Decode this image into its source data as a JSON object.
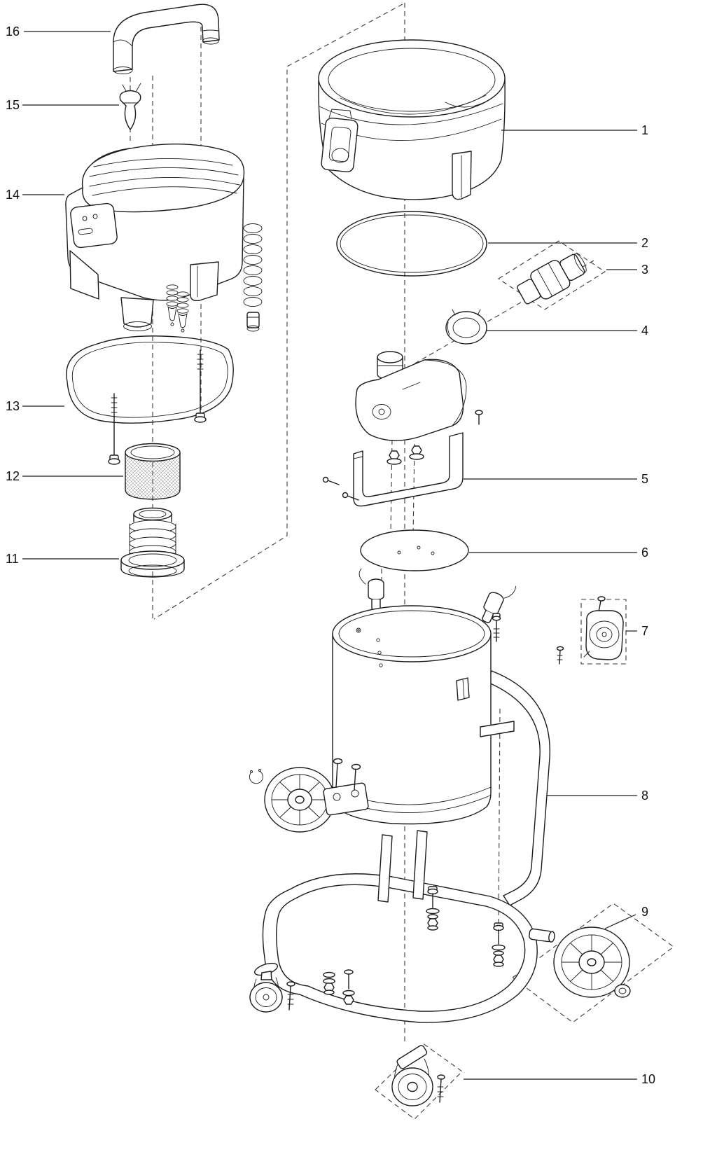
{
  "figure": {
    "type": "exploded-parts-diagram",
    "background_color": "#ffffff",
    "line_color": "#1c1c1c"
  },
  "callouts": {
    "c1": {
      "label": "1"
    },
    "c2": {
      "label": "2"
    },
    "c3": {
      "label": "3"
    },
    "c4": {
      "label": "4"
    },
    "c5": {
      "label": "5"
    },
    "c6": {
      "label": "6"
    },
    "c7": {
      "label": "7"
    },
    "c8": {
      "label": "8"
    },
    "c9": {
      "label": "9"
    },
    "c10": {
      "label": "10"
    },
    "c11": {
      "label": "11"
    },
    "c12": {
      "label": "12"
    },
    "c13": {
      "label": "13"
    },
    "c14": {
      "label": "14"
    },
    "c15": {
      "label": "15"
    },
    "c16": {
      "label": "16"
    }
  }
}
